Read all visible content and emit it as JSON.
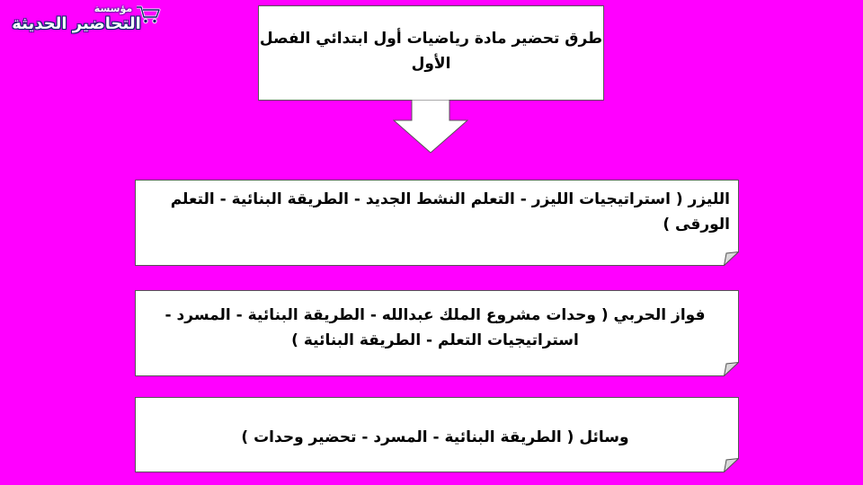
{
  "logo": {
    "line1": "مؤسسة",
    "line2": "التحاضير الحديثة"
  },
  "header": {
    "title": "طرق تحضير مادة رياضيات أول ابتدائي الفصل الأول"
  },
  "boxes": [
    {
      "text": "الليزر ( استراتيجيات الليزر - التعلم النشط الجديد - الطريقة البنائية -  التعلم الورقى )"
    },
    {
      "text": "فواز الحربي ( وحدات مشروع الملك عبدالله - الطريقة البنائية - المسرد - استراتيجيات التعلم - الطريقة البنائية )"
    },
    {
      "text": "وسائل ( الطريقة البنائية - المسرد - تحضير وحدات )"
    }
  ],
  "colors": {
    "background": "#ff00ff",
    "box_fill": "#ffffff",
    "border": "#555555",
    "logo_outline": "#0a2a6b"
  }
}
